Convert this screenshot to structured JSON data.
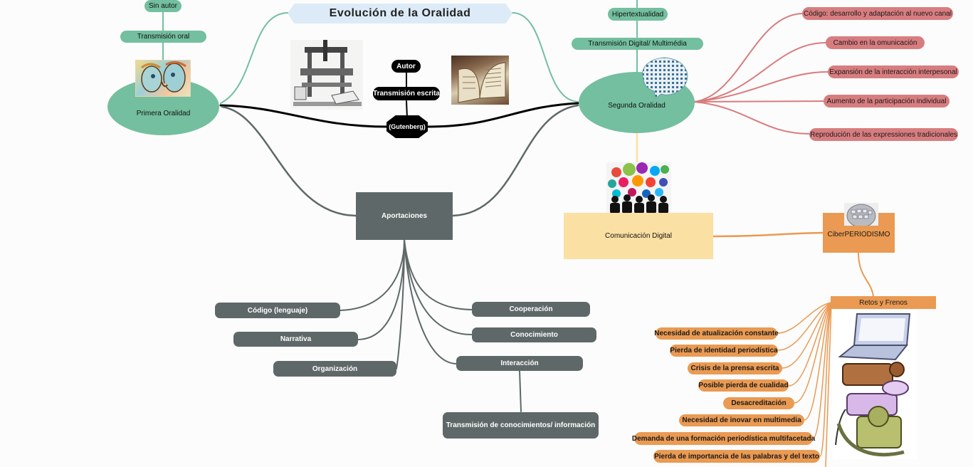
{
  "title": "Evolución de la Oralidad",
  "primera_oralidad": {
    "label": "Primera Oralidad",
    "children": [
      "Transmisión oral",
      "Sin autor"
    ],
    "image": "whispering-faces-illustration"
  },
  "gutenberg": {
    "label": "(Gutenberg)",
    "children": [
      "Transmisión escrita",
      "Autor"
    ],
    "images": [
      "printing-press-engraving",
      "old-book-photo"
    ]
  },
  "segunda_oralidad": {
    "label": "Segunda Oralidad",
    "children": [
      "Transmisión Digital/ Multimédia",
      "Hipertextualidad"
    ],
    "image": "icon-cloud-head",
    "features": [
      "Código: desarrollo y adaptación al nuevo canal",
      "Cambio en la omunicación",
      "Expansión de la interacción interpesonal",
      "Aumento de la participación individual",
      "Reprodución de las expressiones tradicionales"
    ]
  },
  "aportaciones": {
    "label": "Aportaciones",
    "left": [
      "Código (lenguaje)",
      "Narrativa",
      "Organización"
    ],
    "right": [
      "Cooperación",
      "Conocimiento",
      "Interacción"
    ],
    "interaccion_child": "Transmisión de conocimientos/ información"
  },
  "comunicacion_digital": {
    "label": "Comunicación Digital",
    "image": "social-media-crowd"
  },
  "ciberperiodismo": {
    "label": "CiberPERIODISMO",
    "image": "keyboard-globe",
    "retos": {
      "label": "Retos y Frenos",
      "image": "media-devices-illustration",
      "items": [
        "Necesidad de atualización constante",
        "Pierda de identidad periodística",
        "Crisis de la prensa escrita",
        "Posible pierda de cualidad",
        "Desacreditación",
        "Necesidad de inovar en multimedia",
        "Demanda de una formación periodística multifacetada",
        "Pierda de importancia de las palabras y del texto"
      ]
    }
  },
  "colors": {
    "green": "#73bf9f",
    "red": "#d87d7f",
    "gray": "#5f6868",
    "orange": "#ea9a52",
    "yellow": "#fbe0a3",
    "title_bg": "#dcebf7",
    "black": "#000000"
  }
}
